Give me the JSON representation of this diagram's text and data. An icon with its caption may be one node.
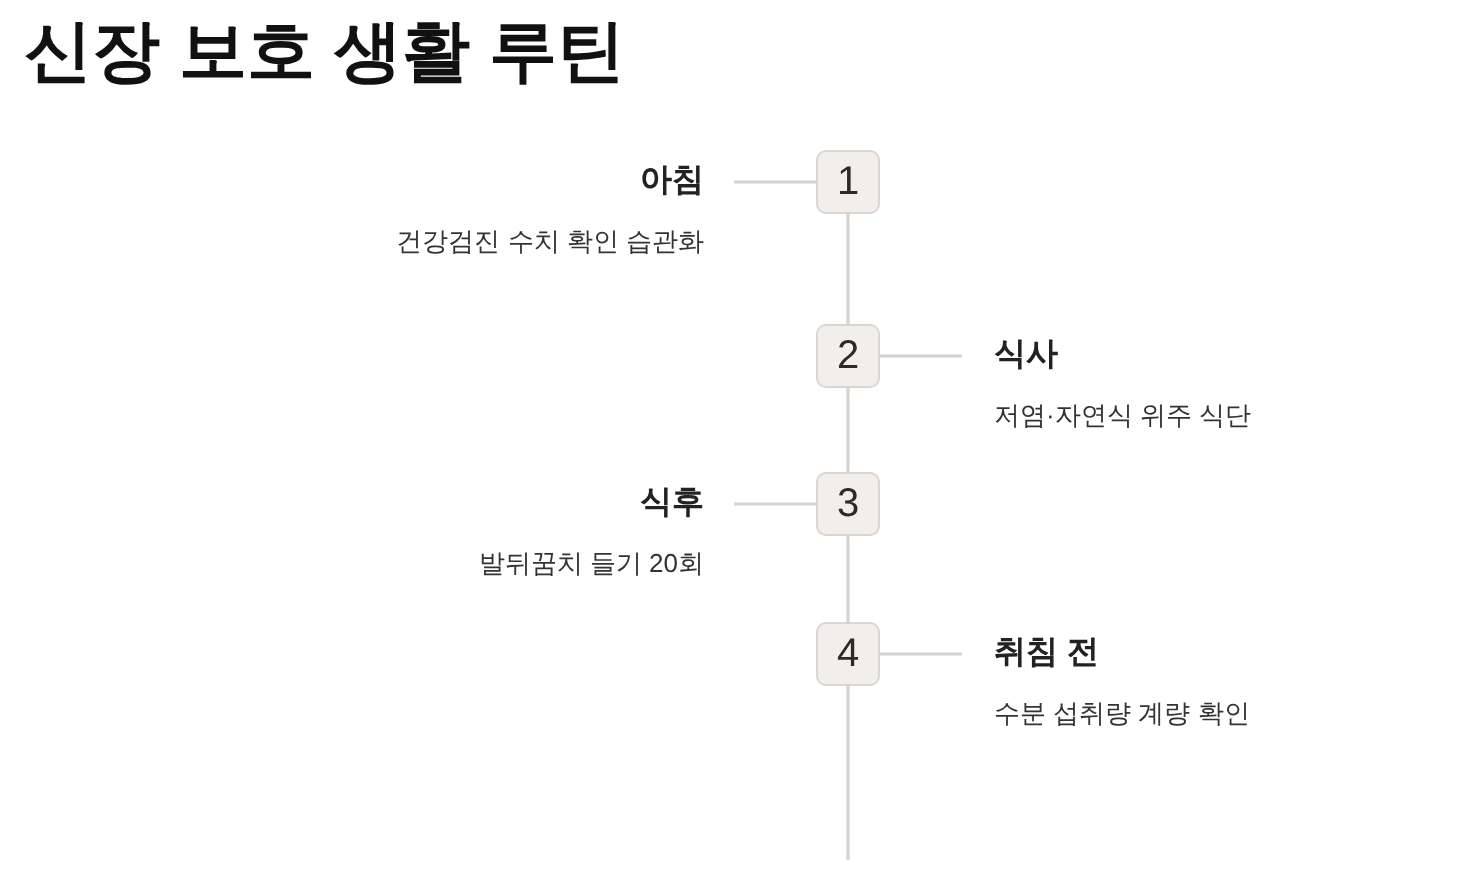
{
  "diagram": {
    "title": "신장 보호 생활 루틴",
    "nodes": [
      {
        "text": [
          "아침",
          "건강검진 수치 확인 습관화"
        ]
      },
      {
        "text": [
          "1"
        ]
      },
      {
        "text": [
          "2"
        ]
      },
      {
        "text": [
          "식사",
          "저염·자연식 위주 식단"
        ]
      },
      {
        "text": [
          "식후",
          "발뒤꿈치 들기 20회"
        ]
      },
      {
        "text": [
          "3"
        ]
      },
      {
        "text": [
          "4"
        ]
      },
      {
        "text": [
          "취침 전",
          "수분 섭취량 계량 확인"
        ]
      }
    ],
    "edges": [
      {
        "from": 0,
        "to": 1,
        "arrow": "none"
      },
      {
        "from": 1,
        "to": 2,
        "arrow": "none"
      },
      {
        "from": 2,
        "to": 3,
        "arrow": "none"
      },
      {
        "from": 2,
        "to": 5,
        "arrow": "none"
      },
      {
        "from": 4,
        "to": 5,
        "arrow": "none"
      },
      {
        "from": 5,
        "to": 6,
        "arrow": "none"
      },
      {
        "from": 6,
        "to": 7,
        "arrow": "none"
      },
      {
        "from": 6,
        "to": null,
        "arrow": "none"
      }
    ]
  }
}
